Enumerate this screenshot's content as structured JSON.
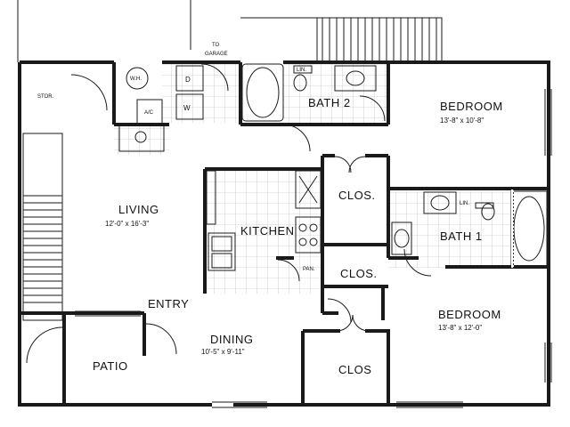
{
  "plan": {
    "labels": {
      "stor": "STOR.",
      "wh": "W.H.",
      "to_garage_1": "TO",
      "to_garage_2": "GARAGE",
      "lin_top": "LIN.",
      "bath2": "BATH 2",
      "bedroom_top": "BEDROOM",
      "bedroom_top_dim": "13'-8\" x 10'-8\"",
      "living": "LIVING",
      "living_dim": "12'-0\" x 16'-3\"",
      "kitchen": "KITCHEN",
      "clos_1": "CLOS.",
      "lin_right": "LIN.",
      "bath1": "BATH 1",
      "pan": "PAN.",
      "clos_2": "CLOS.",
      "entry": "ENTRY",
      "bedroom_bottom": "BEDROOM",
      "bedroom_bottom_dim": "13'-8\" x 12'-0\"",
      "dining": "DINING",
      "dining_dim": "10'-5\" x 9'-11\"",
      "patio": "PATIO",
      "clos_3": "CLOS",
      "wd_d": "D",
      "wd_w": "W",
      "ac": "A/C"
    }
  }
}
